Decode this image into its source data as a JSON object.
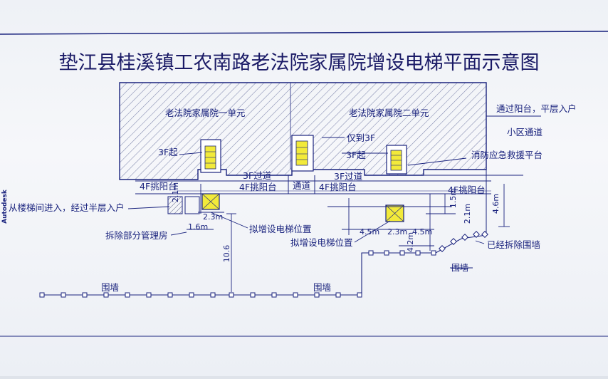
{
  "title": "垫江县桂溪镇工农南路老法院家属院增设电梯平面示意图",
  "side_label": "Autodesk",
  "units": {
    "unit1": "老法院家属院一单元",
    "unit2": "老法院家属院二单元"
  },
  "labels": {
    "start_3f": "3F起",
    "only_3f": "仅到3F",
    "start_3f_b": "3F起",
    "corridor_3f_a": "3F过道",
    "corridor_3f_b": "3F过道",
    "passage": "通道",
    "balcony_4f_a": "4F挑阳台",
    "balcony_4f_b": "4F挑阳台",
    "balcony_4f_c": "4F挑阳台",
    "balcony_4f_d": "4F挑阳台",
    "via_balcony": "通过阳台，平层入户",
    "community_passage": "小区通道",
    "fire_platform": "消防应急救援平台",
    "stair_entry": "从楼梯间进入，经过半层入户",
    "demolish_room": "拆除部分管理房",
    "elevator_1": "拟增设电梯位置",
    "elevator_2": "拟增设电梯位置",
    "wall_removed": "已经拆除围墙",
    "wall_struck": "围墙",
    "wall_1": "围墙",
    "wall_2": "围墙"
  },
  "dimensions": {
    "d_2_1m_left": "2.1m",
    "d_2_3m_left": "2.3m",
    "d_1_6m": "1.6m",
    "d_10_6": "10.6",
    "d_4_5m_a": "4.5m",
    "d_2_3m_b": "2.3m",
    "d_4_5m_b": "4.5m",
    "d_1_5m": "1.5m",
    "d_2_1m_right": "2.1m",
    "d_4_6m": "4.6m",
    "d_4_2m": "4.2m"
  },
  "colors": {
    "line": "#1a237e",
    "hatch": "#7f86ad",
    "elevator": "#f2ea3a"
  }
}
